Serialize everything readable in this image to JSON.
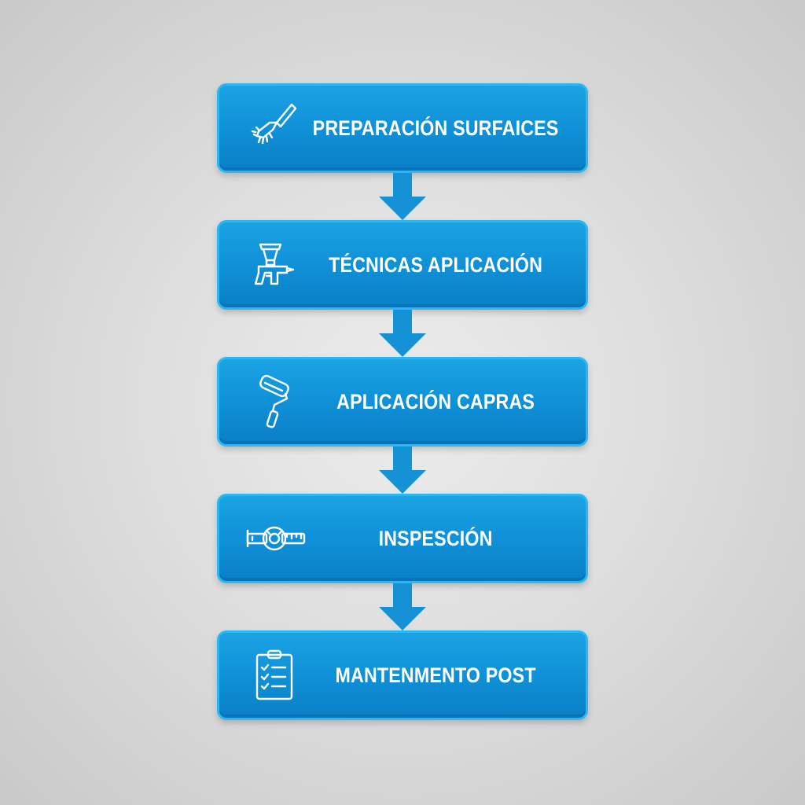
{
  "colors": {
    "step_fill": "#0f8fd6",
    "step_border": "#2ab8f3",
    "arrow": "#1592d6",
    "text": "#ffffff",
    "background": "#dedede"
  },
  "steps": [
    {
      "label": "PREPARACIÓN SURFAICES",
      "icon": "brush-icon"
    },
    {
      "label": "TÉCNICAS APLICACIÓN",
      "icon": "spray-gun-icon"
    },
    {
      "label": "APLICACIÓN CAPRAS",
      "icon": "paint-roller-icon"
    },
    {
      "label": "INSPESCIÓN",
      "icon": "gauge-ruler-icon"
    },
    {
      "label": "MANTENMENTO POST",
      "icon": "clipboard-checklist-icon"
    }
  ]
}
